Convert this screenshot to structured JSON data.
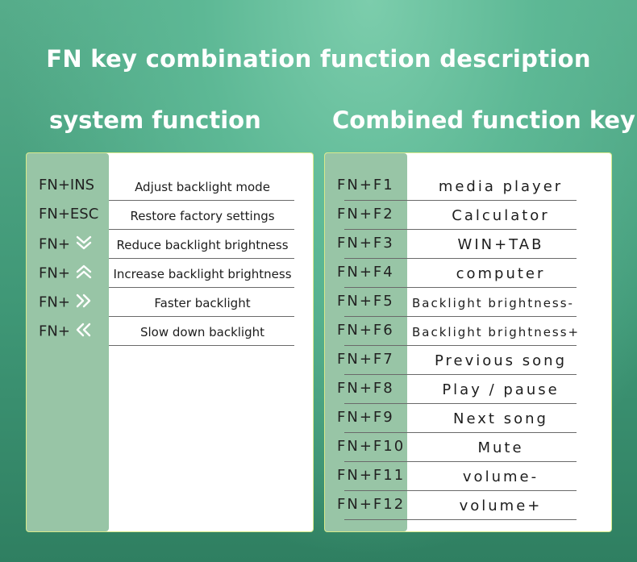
{
  "title": "FN key combination function description",
  "left_heading": "system function",
  "right_heading": "Combined function key",
  "system_functions": [
    {
      "key": "FN+INS",
      "icon": "",
      "desc": "Adjust backlight mode"
    },
    {
      "key": "FN+ESC",
      "icon": "",
      "desc": "Restore factory settings"
    },
    {
      "key": "FN+",
      "icon": "double-chevron-down-icon",
      "desc": "Reduce backlight brightness"
    },
    {
      "key": "FN+",
      "icon": "double-chevron-up-icon",
      "desc": "Increase backlight brightness"
    },
    {
      "key": "FN+",
      "icon": "double-chevron-right-icon",
      "desc": "Faster backlight"
    },
    {
      "key": "FN+",
      "icon": "double-chevron-left-icon",
      "desc": "Slow down backlight"
    }
  ],
  "combined_keys": [
    {
      "key": "FN+F1",
      "desc": "media player"
    },
    {
      "key": "FN+F2",
      "desc": "Calculator"
    },
    {
      "key": "FN+F3",
      "desc": "WIN+TAB"
    },
    {
      "key": "FN+F4",
      "desc": "computer"
    },
    {
      "key": "FN+F5",
      "desc": "Backlight brightness-",
      "small": true
    },
    {
      "key": "FN+F6",
      "desc": "Backlight brightness+",
      "small": true
    },
    {
      "key": "FN+F7",
      "desc": "Previous song"
    },
    {
      "key": "FN+F8",
      "desc": "Play / pause"
    },
    {
      "key": "FN+F9",
      "desc": "Next song"
    },
    {
      "key": "FN+F10",
      "desc": "Mute"
    },
    {
      "key": "FN+F11",
      "desc": "volume-"
    },
    {
      "key": "FN+F12",
      "desc": "volume+"
    }
  ],
  "colors": {
    "stripe": "#98c5a6",
    "border": "#d8ea8c"
  }
}
